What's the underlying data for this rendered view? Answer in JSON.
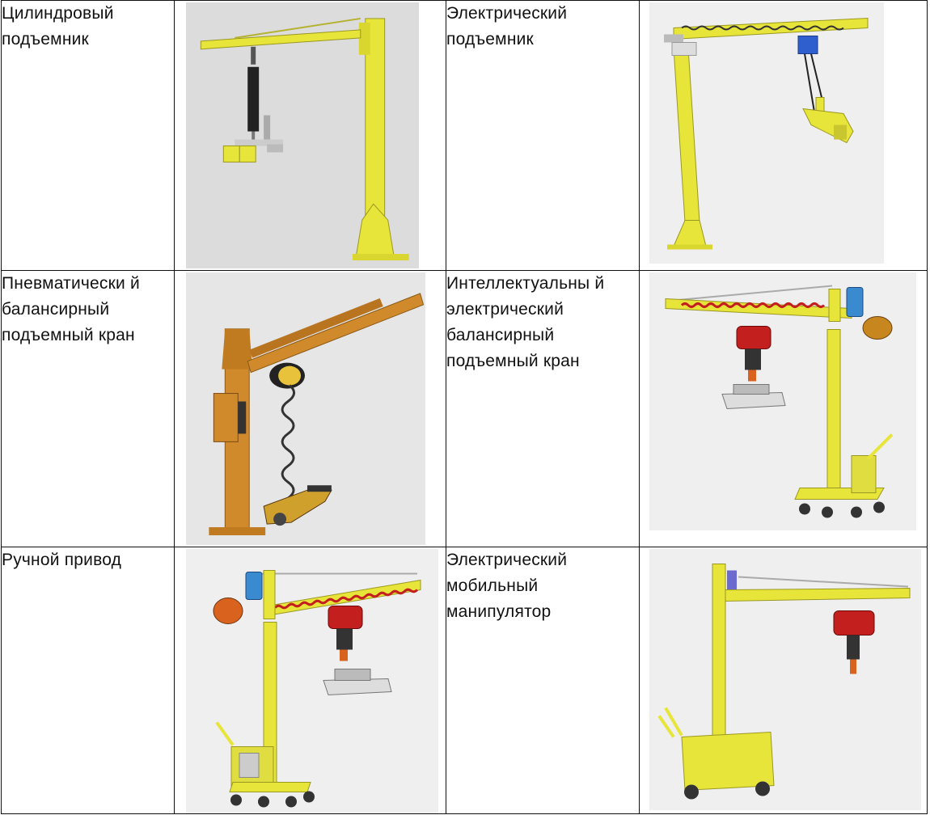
{
  "rows": [
    {
      "left_label": "Цилиндровый подъемник",
      "left_icon": "cylinder-lifter-image",
      "right_label": "Электрический подъемник",
      "right_icon": "electric-lifter-image"
    },
    {
      "left_label": "Пневматически й балансирный подъемный кран",
      "left_icon": "pneumatic-balancer-crane-image",
      "right_label": "Интеллектуальны й электрический балансирный подъемный кран",
      "right_icon": "intelligent-electric-balancer-crane-image"
    },
    {
      "left_label": "Ручной привод",
      "left_icon": "manual-drive-crane-image",
      "right_label": "Электрический мобильный манипулятор",
      "right_icon": "electric-mobile-manipulator-image"
    }
  ],
  "colors": {
    "frame_yellow": "#e8e53a",
    "frame_orange": "#d08a2c",
    "hoist_red": "#c41f1f",
    "hoist_blue": "#2f5fcf",
    "counterweight_orange": "#d9631e"
  }
}
